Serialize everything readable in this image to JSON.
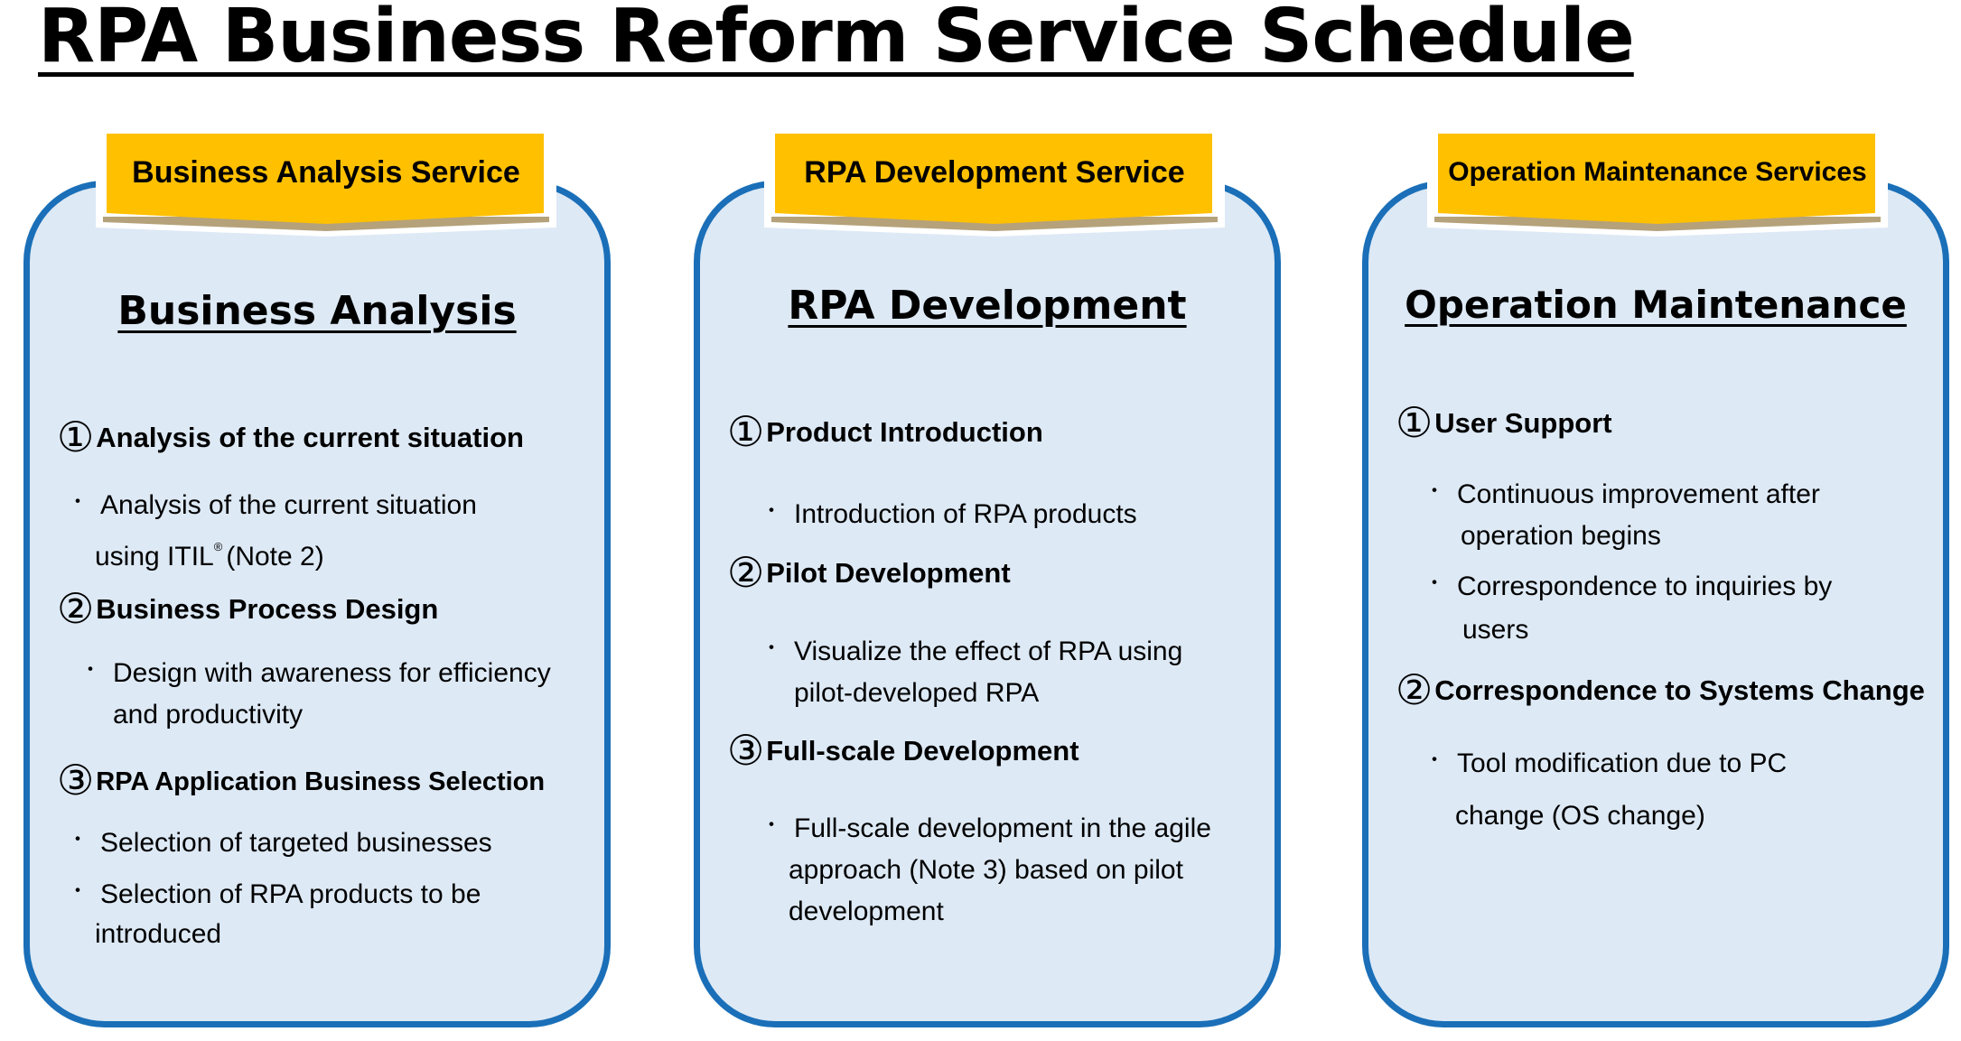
{
  "title": "RPA Business Reform Service Schedule",
  "banner_color": "#ffc000",
  "card_border_color": "#1a6fb8",
  "card_fill_color": "#dde9f5",
  "columns": [
    {
      "banner": "Business Analysis Service",
      "heading": "Business Analysis",
      "sections": [
        {
          "number": "①",
          "title": "Analysis of the current situation",
          "items": [
            [
              "Analysis of the current situation",
              "using ITIL",
              "®",
              "(Note 2)"
            ]
          ]
        },
        {
          "number": "②",
          "title": "Business Process Design",
          "items": [
            [
              "Design with awareness for efficiency",
              "and productivity"
            ]
          ]
        },
        {
          "number": "③",
          "title": "RPA Application Business Selection",
          "items": [
            [
              "Selection of targeted businesses"
            ],
            [
              "Selection of RPA products to be",
              "introduced"
            ]
          ]
        }
      ]
    },
    {
      "banner": "RPA Development Service",
      "heading": "RPA Development",
      "sections": [
        {
          "number": "①",
          "title": "Product Introduction",
          "items": [
            [
              "Introduction of RPA products"
            ]
          ]
        },
        {
          "number": "②",
          "title": "Pilot Development",
          "items": [
            [
              "Visualize the effect of RPA using",
              "pilot-developed RPA"
            ]
          ]
        },
        {
          "number": "③",
          "title": "Full-scale Development",
          "items": [
            [
              "Full-scale development in the agile",
              "approach (Note 3) based on pilot",
              "development"
            ]
          ]
        }
      ]
    },
    {
      "banner": "Operation Maintenance Services",
      "heading": "Operation Maintenance",
      "sections": [
        {
          "number": "①",
          "title": "User Support",
          "items": [
            [
              "Continuous improvement after",
              "operation begins"
            ],
            [
              "Correspondence to inquiries by",
              "users"
            ]
          ]
        },
        {
          "number": "②",
          "title": "Correspondence to Systems Change",
          "items": [
            [
              "Tool modification due to PC",
              "change (OS change)"
            ]
          ]
        }
      ]
    }
  ]
}
